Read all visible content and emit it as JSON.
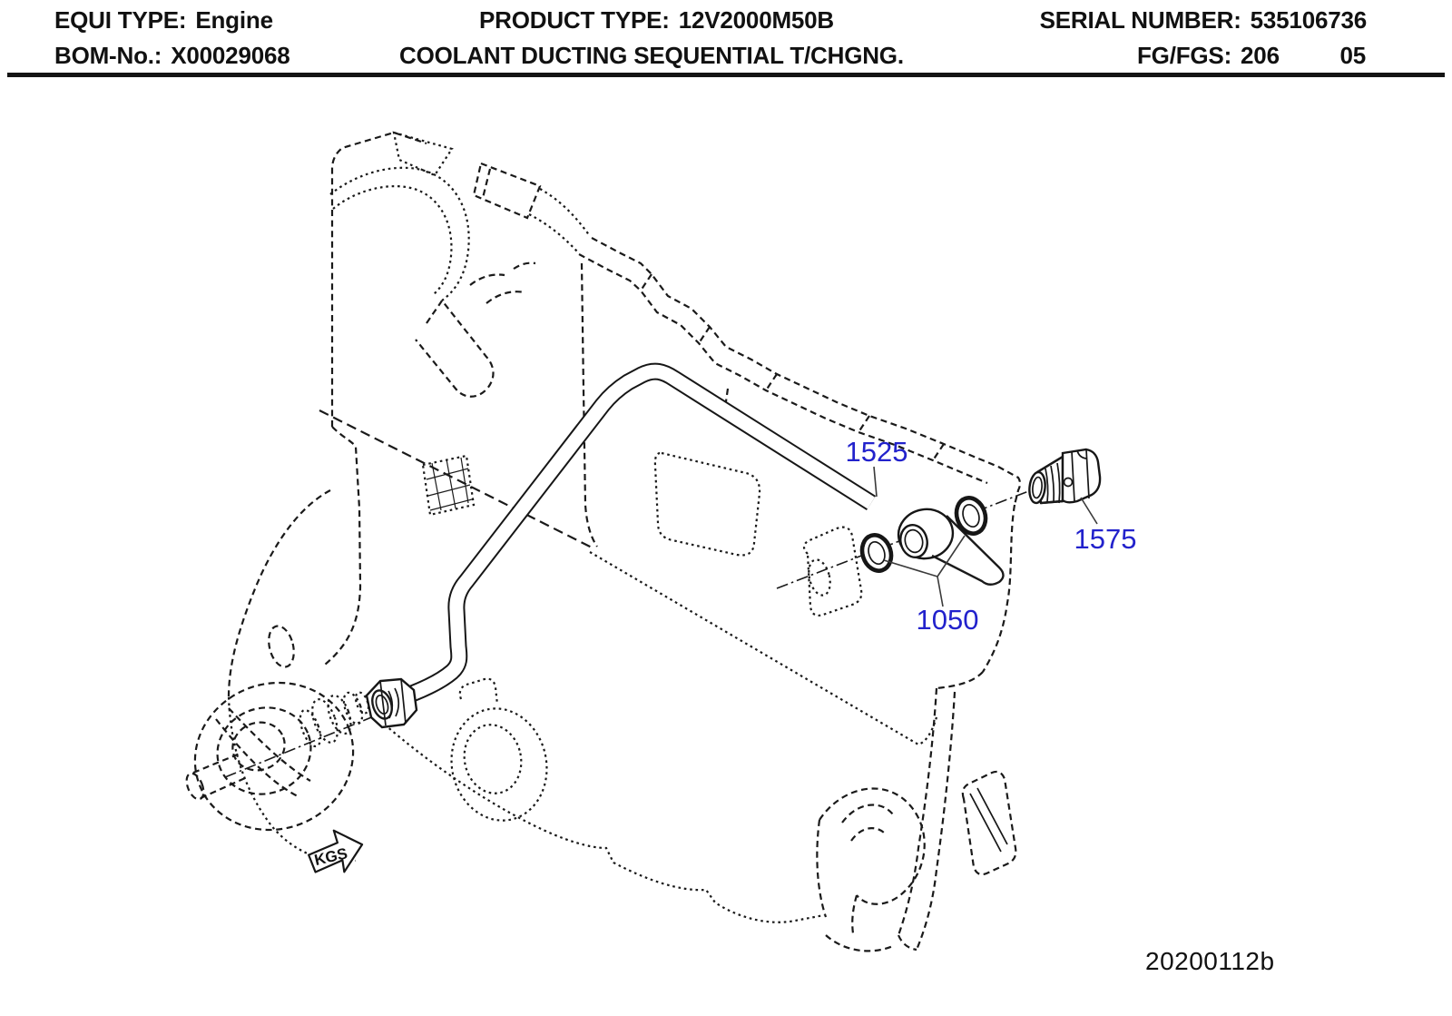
{
  "header": {
    "equi_type_label": "EQUI TYPE:",
    "equi_type_value": "Engine",
    "product_type_label": "PRODUCT TYPE:",
    "product_type_value": "12V2000M50B",
    "serial_label": "SERIAL NUMBER:",
    "serial_value": "535106736",
    "bom_label": "BOM-No.:",
    "bom_value": "X00029068",
    "title": "COOLANT DUCTING SEQUENTIAL T/CHGNG.",
    "fg_label": "FG/FGS:",
    "fg_value": "206",
    "sheet_value": "05"
  },
  "diagram": {
    "callouts": {
      "pipe": "1525",
      "hollow_screw": "1575",
      "sealing_ring": "1050"
    },
    "weight_stamp": "KGS",
    "drawing_code": "20200112b",
    "colors": {
      "callout_blue": "#2222cc",
      "line": "#1a1a1a"
    }
  }
}
